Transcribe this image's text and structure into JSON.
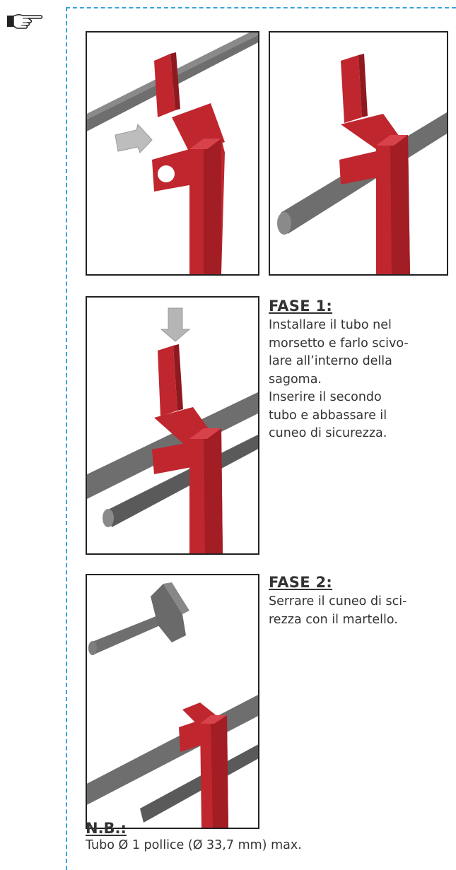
{
  "icons": {
    "pointer": "pointing-hand-icon"
  },
  "colors": {
    "border": "#3aa4dc",
    "bracket": "#c0262e",
    "pipe": "#6e6e6e",
    "text": "#333333"
  },
  "step1": {
    "title": "FASE 1:",
    "lines": [
      "Installare il tubo nel",
      "morsetto e farlo scivo-",
      "lare all’interno della",
      "sagoma.",
      "Inserire il secondo",
      "tubo e abbassare il",
      "cuneo di sicurezza."
    ]
  },
  "step2": {
    "title": "FASE 2:",
    "lines": [
      "Serrare il cuneo di sci-",
      "rezza con il martello."
    ]
  },
  "note": {
    "title": "N.B.:",
    "text": "Tubo Ø 1 pollice (Ø 33,7 mm) max."
  }
}
